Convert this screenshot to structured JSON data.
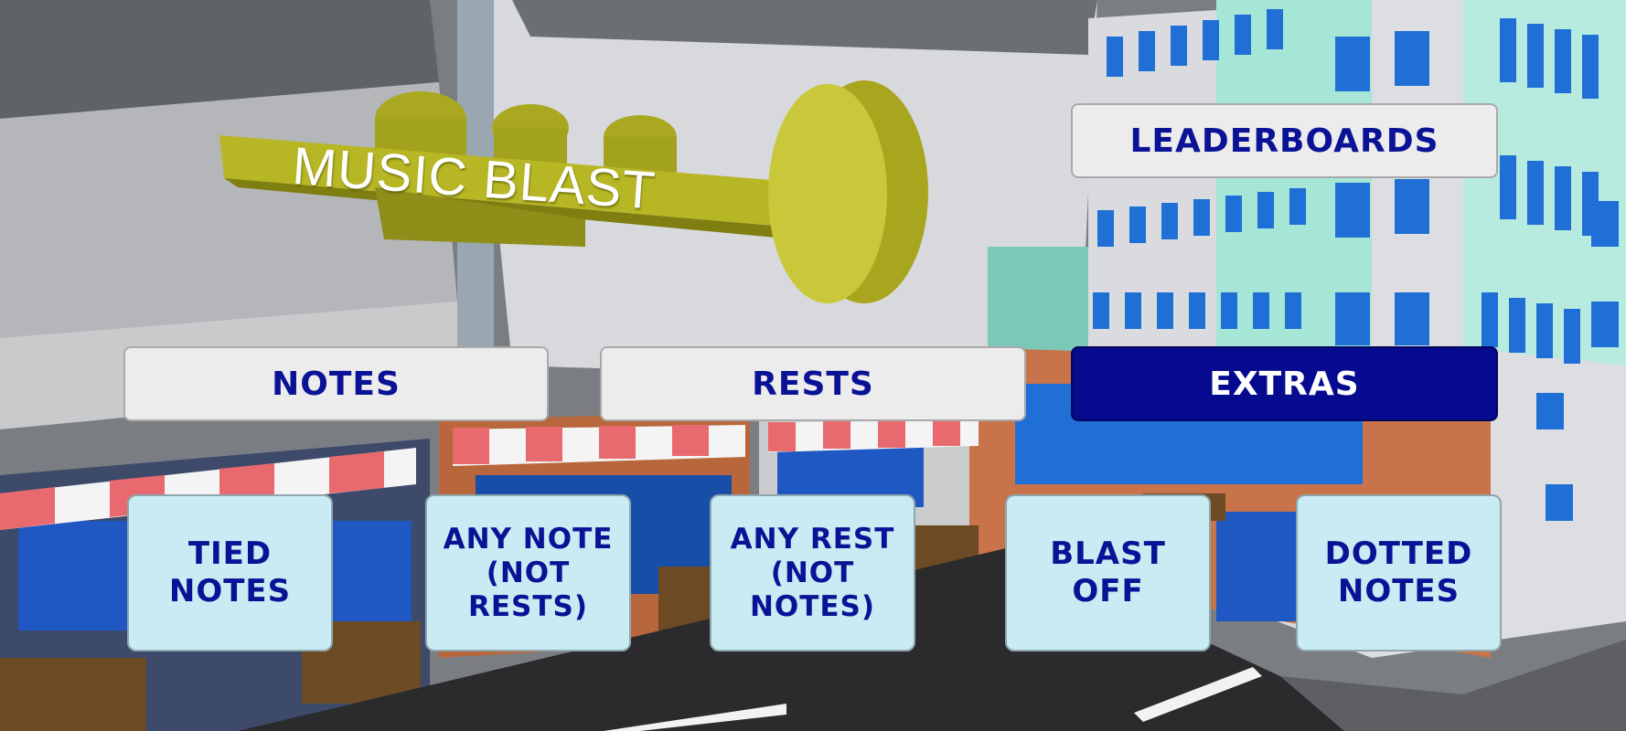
{
  "game_title": "MUSIC BLAST",
  "leaderboards_label": "LEADERBOARDS",
  "tabs": [
    {
      "label": "NOTES",
      "active": false
    },
    {
      "label": "RESTS",
      "active": false
    },
    {
      "label": "EXTRAS",
      "active": true
    }
  ],
  "cards": [
    {
      "label": "TIED\nNOTES"
    },
    {
      "label": "ANY NOTE\n(NOT RESTS)"
    },
    {
      "label": "ANY REST\n(NOT NOTES)"
    },
    {
      "label": "BLAST\nOFF"
    },
    {
      "label": "DOTTED\nNOTES"
    }
  ],
  "colors": {
    "button_text": "#0a1296",
    "active_tab": "#050a8f",
    "card_bg": "#c9ebf3",
    "tab_bg": "#ececec",
    "logo_gold": "#b8b824"
  }
}
